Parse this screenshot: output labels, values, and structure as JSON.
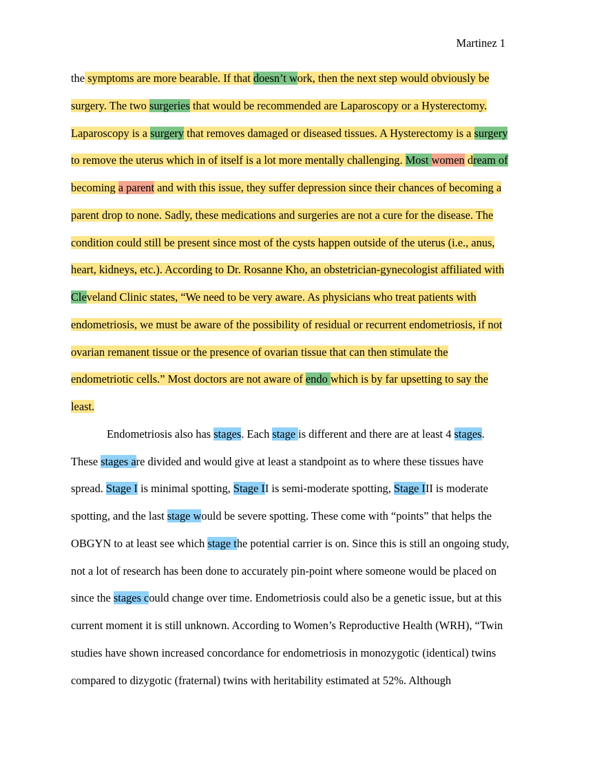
{
  "header": {
    "running_head": "Martinez 1"
  },
  "colors": {
    "yellow_highlight": "#fde58a",
    "green_highlight": "#7dc487",
    "red_highlight": "#f3a58f",
    "blue_highlight": "#8fd1f9"
  },
  "lines": [
    {
      "indent": false,
      "segments": [
        {
          "t": "the",
          "h": ""
        },
        {
          "t": " symptoms are more bearable. If that ",
          "h": "y"
        },
        {
          "t": "doesn’t w",
          "h": "g"
        },
        {
          "t": "ork, then the next step would obviously be",
          "h": "y"
        }
      ]
    },
    {
      "indent": false,
      "segments": [
        {
          "t": "surgery. The two ",
          "h": "y"
        },
        {
          "t": "surgeries",
          "h": "g"
        },
        {
          "t": " that would be recommended are Laparoscopy or a Hysterectomy.",
          "h": "y"
        }
      ]
    },
    {
      "indent": false,
      "segments": [
        {
          "t": "Laparoscopy is a ",
          "h": "y"
        },
        {
          "t": "surgery",
          "h": "g"
        },
        {
          "t": " that removes damaged or diseased tissues. A Hysterectomy is a ",
          "h": "y"
        },
        {
          "t": "surgery",
          "h": "g"
        }
      ]
    },
    {
      "indent": false,
      "segments": [
        {
          "t": "to remove the uterus which in of itself is a lot more mentally challenging. ",
          "h": "y"
        },
        {
          "t": "Most ",
          "h": "g"
        },
        {
          "t": "women",
          "h": "r"
        },
        {
          "t": " d",
          "h": "y"
        },
        {
          "t": "ream of",
          "h": "g"
        }
      ]
    },
    {
      "indent": false,
      "segments": [
        {
          "t": "becoming ",
          "h": "y"
        },
        {
          "t": "a parent",
          "h": "r"
        },
        {
          "t": " and with this issue, they suffer depression since their chances of becoming a",
          "h": "y"
        }
      ]
    },
    {
      "indent": false,
      "segments": [
        {
          "t": "parent drop to none. Sadly, these medications and surgeries are not a cure for the disease. The",
          "h": "y"
        }
      ]
    },
    {
      "indent": false,
      "segments": [
        {
          "t": "condition could still be present since most of the cysts happen outside of the uterus (i.e., anus,",
          "h": "y"
        }
      ]
    },
    {
      "indent": false,
      "segments": [
        {
          "t": "heart, kidneys, etc.). According to Dr. Rosanne Kho, an obstetrician-gynecologist affiliated with",
          "h": "y"
        }
      ]
    },
    {
      "indent": false,
      "segments": [
        {
          "t": "Cle",
          "h": "g"
        },
        {
          "t": "veland Clinic states, “We need to be very aware. As physicians who treat patients with",
          "h": "y"
        }
      ]
    },
    {
      "indent": false,
      "segments": [
        {
          "t": "endometriosis, we must be aware of the possibility of residual or recurrent endometriosis, if not",
          "h": "y"
        }
      ]
    },
    {
      "indent": false,
      "segments": [
        {
          "t": "ovarian remanent tissue or the presence of ovarian tissue that can then stimulate the",
          "h": "y"
        }
      ]
    },
    {
      "indent": false,
      "segments": [
        {
          "t": "endometriotic cells.” Most doctors are not aware of ",
          "h": "y"
        },
        {
          "t": "endo ",
          "h": "g"
        },
        {
          "t": "which is by far upsetting to say the",
          "h": "y"
        }
      ]
    },
    {
      "indent": false,
      "segments": [
        {
          "t": "least.",
          "h": "y"
        }
      ]
    },
    {
      "indent": true,
      "segments": [
        {
          "t": "Endometriosis also has ",
          "h": ""
        },
        {
          "t": "stages",
          "h": "b"
        },
        {
          "t": ". Each ",
          "h": ""
        },
        {
          "t": "stage ",
          "h": "b"
        },
        {
          "t": "is different and there are at least 4 ",
          "h": ""
        },
        {
          "t": "stages",
          "h": "b"
        },
        {
          "t": ".",
          "h": ""
        }
      ]
    },
    {
      "indent": false,
      "segments": [
        {
          "t": "These ",
          "h": ""
        },
        {
          "t": "stages a",
          "h": "b"
        },
        {
          "t": "re divided and would give at least a standpoint as to where these tissues have",
          "h": ""
        }
      ]
    },
    {
      "indent": false,
      "segments": [
        {
          "t": "spread. ",
          "h": ""
        },
        {
          "t": "Stage I",
          "h": "b"
        },
        {
          "t": " is minimal spotting, ",
          "h": ""
        },
        {
          "t": "Stage I",
          "h": "b"
        },
        {
          "t": "I is semi-moderate spotting, ",
          "h": ""
        },
        {
          "t": "Stage I",
          "h": "b"
        },
        {
          "t": "II is moderate",
          "h": ""
        }
      ]
    },
    {
      "indent": false,
      "segments": [
        {
          "t": "spotting, and the last ",
          "h": ""
        },
        {
          "t": "stage w",
          "h": "b"
        },
        {
          "t": "ould be severe spotting. These come with “points” that helps the",
          "h": ""
        }
      ]
    },
    {
      "indent": false,
      "segments": [
        {
          "t": "OBGYN to at least see which ",
          "h": ""
        },
        {
          "t": "stage t",
          "h": "b"
        },
        {
          "t": "he potential carrier is on. Since this is still an ongoing study,",
          "h": ""
        }
      ]
    },
    {
      "indent": false,
      "segments": [
        {
          "t": "not a lot of research has been done to accurately pin-point where someone would be placed on",
          "h": ""
        }
      ]
    },
    {
      "indent": false,
      "segments": [
        {
          "t": "since the ",
          "h": ""
        },
        {
          "t": "stages c",
          "h": "b"
        },
        {
          "t": "ould change over time. Endometriosis could also be a genetic issue, but at this",
          "h": ""
        }
      ]
    },
    {
      "indent": false,
      "segments": [
        {
          "t": "current moment it is still unknown. According to Women’s Reproductive Health (WRH), “Twin",
          "h": ""
        }
      ]
    },
    {
      "indent": false,
      "segments": [
        {
          "t": "studies have shown increased concordance for endometriosis in monozygotic (identical) twins",
          "h": ""
        }
      ]
    },
    {
      "indent": false,
      "segments": [
        {
          "t": "compared to dizygotic (fraternal) twins with heritability estimated at 52%. Although",
          "h": ""
        }
      ]
    }
  ]
}
